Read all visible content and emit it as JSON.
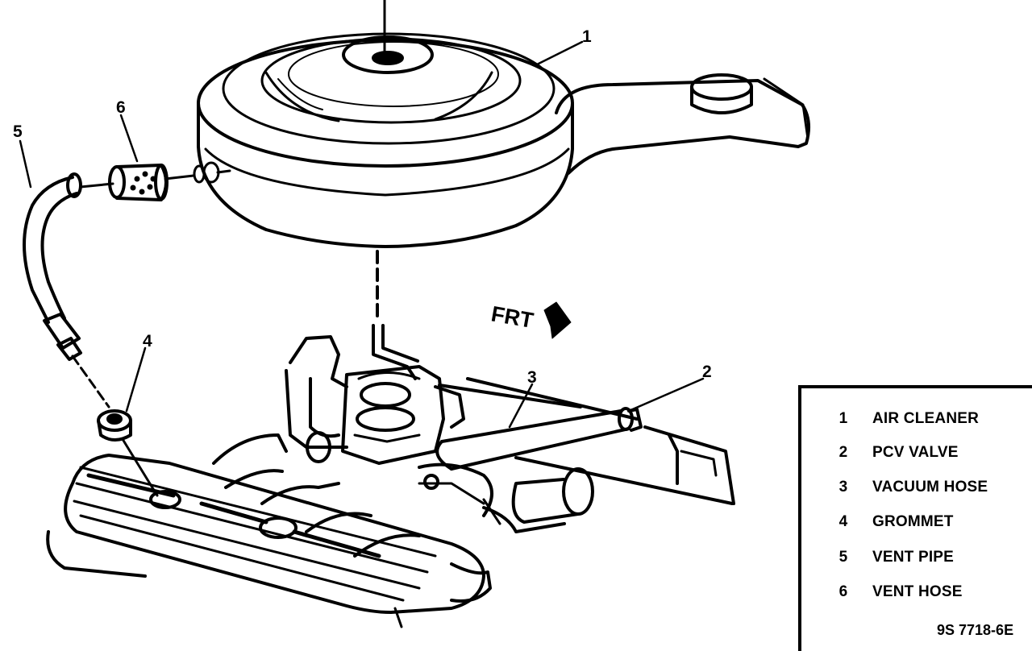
{
  "callouts": {
    "air_cleaner": "1",
    "pcv_valve": "2",
    "vacuum_hose": "3",
    "grommet": "4",
    "vent_pipe": "5",
    "vent_hose": "6"
  },
  "direction_label": "FRT",
  "legend": {
    "items": [
      {
        "number": "1",
        "name": "AIR CLEANER"
      },
      {
        "number": "2",
        "name": "PCV VALVE"
      },
      {
        "number": "3",
        "name": "VACUUM HOSE"
      },
      {
        "number": "4",
        "name": "GROMMET"
      },
      {
        "number": "5",
        "name": "VENT PIPE"
      },
      {
        "number": "6",
        "name": "VENT HOSE"
      }
    ]
  },
  "figure_code": "9S 7718-6E"
}
